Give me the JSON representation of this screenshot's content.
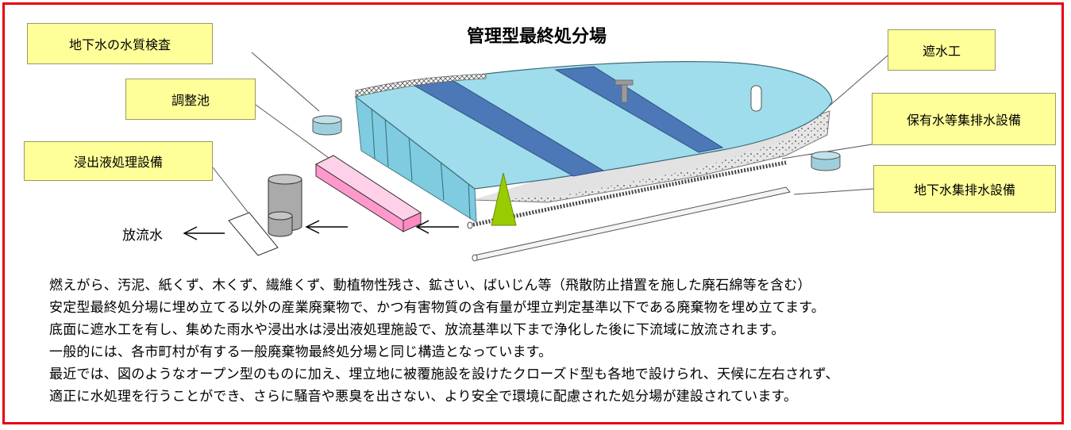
{
  "title": "管理型最終処分場",
  "labels": {
    "groundwater_quality": "地下水の水質検査",
    "adjustment_pond": "調整池",
    "leachate_treatment": "浸出液処理設備",
    "water_barrier": "遮水工",
    "retained_water_drainage": "保有水等集排水設備",
    "groundwater_drainage": "地下水集排水設備"
  },
  "discharge_label": "放流水",
  "description": [
    "燃えがら、汚泥、紙くず、木くず、繊維くず、動植物性残さ、鉱さい、ばいじん等（飛散防止措置を施した廃石綿等を含む）",
    "安定型最終処分場に埋め立てる以外の産業廃棄物で、かつ有害物質の含有量が埋立判定基準以下である廃棄物を埋め立てます。",
    "底面に遮水工を有し、集めた雨水や浸出水は浸出液処理施設で、放流基準以下まで浄化した後に下流域に放流されます。",
    "一般的には、各市町村が有する一般廃棄物最終処分場と同じ構造となっています。",
    "最近では、図のようなオープン型のものに加え、埋立地に被覆施設を設けたクローズド型も各地で設けられ、天候に左右されず、",
    "適正に水処理を行うことができ、さらに騒音や悪臭を出さない、より安全で環境に配慮された処分場が建設されています。"
  ],
  "colors": {
    "frame": "#e60012",
    "label_bg": "#ffff99",
    "water": "#9fdcec",
    "water_side": "#7fcbe0",
    "cover_band": "#4d78b8",
    "pond": "#ff99cc",
    "marker": "#99cc00"
  }
}
